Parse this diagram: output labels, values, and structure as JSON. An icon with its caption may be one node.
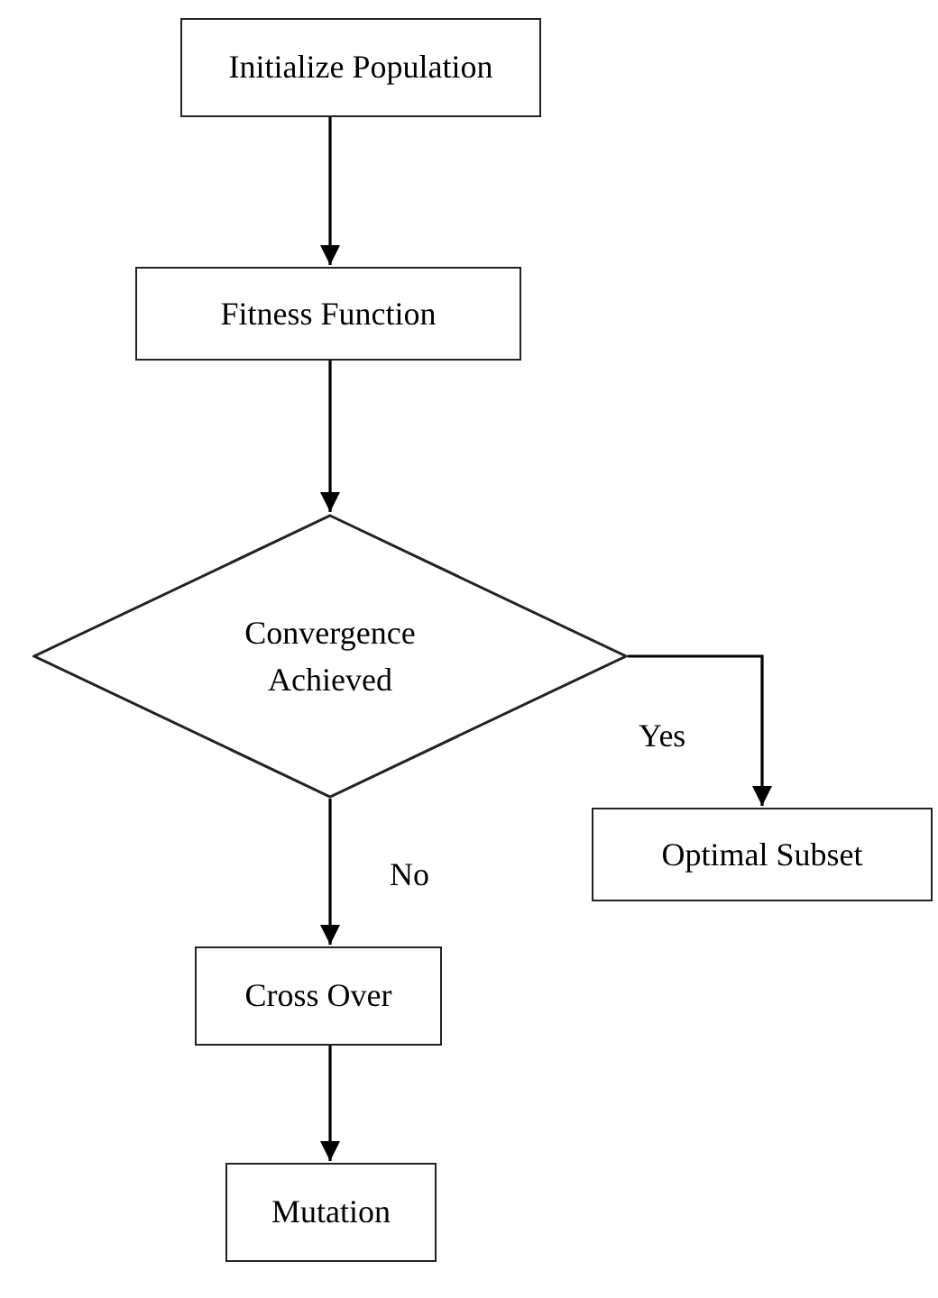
{
  "diagram": {
    "nodes": [
      {
        "text": [
          "Initialize Population"
        ]
      },
      {
        "text": [
          "Fitness Function"
        ]
      },
      {
        "text": [
          "Convergence Achieved"
        ]
      },
      {
        "text": [
          "Optimal Subset"
        ]
      },
      {
        "text": [
          "Cross Over"
        ]
      },
      {
        "text": [
          "Mutation"
        ]
      }
    ],
    "edges": [
      {
        "from": 0,
        "to": 1,
        "arrow": "to"
      },
      {
        "from": 1,
        "to": 2,
        "arrow": "to"
      },
      {
        "from": 2,
        "to": 3,
        "arrow": "to",
        "label": "Yes"
      },
      {
        "from": 2,
        "to": 4,
        "arrow": "to",
        "label": "No"
      },
      {
        "from": 4,
        "to": 5,
        "arrow": "to"
      }
    ]
  }
}
